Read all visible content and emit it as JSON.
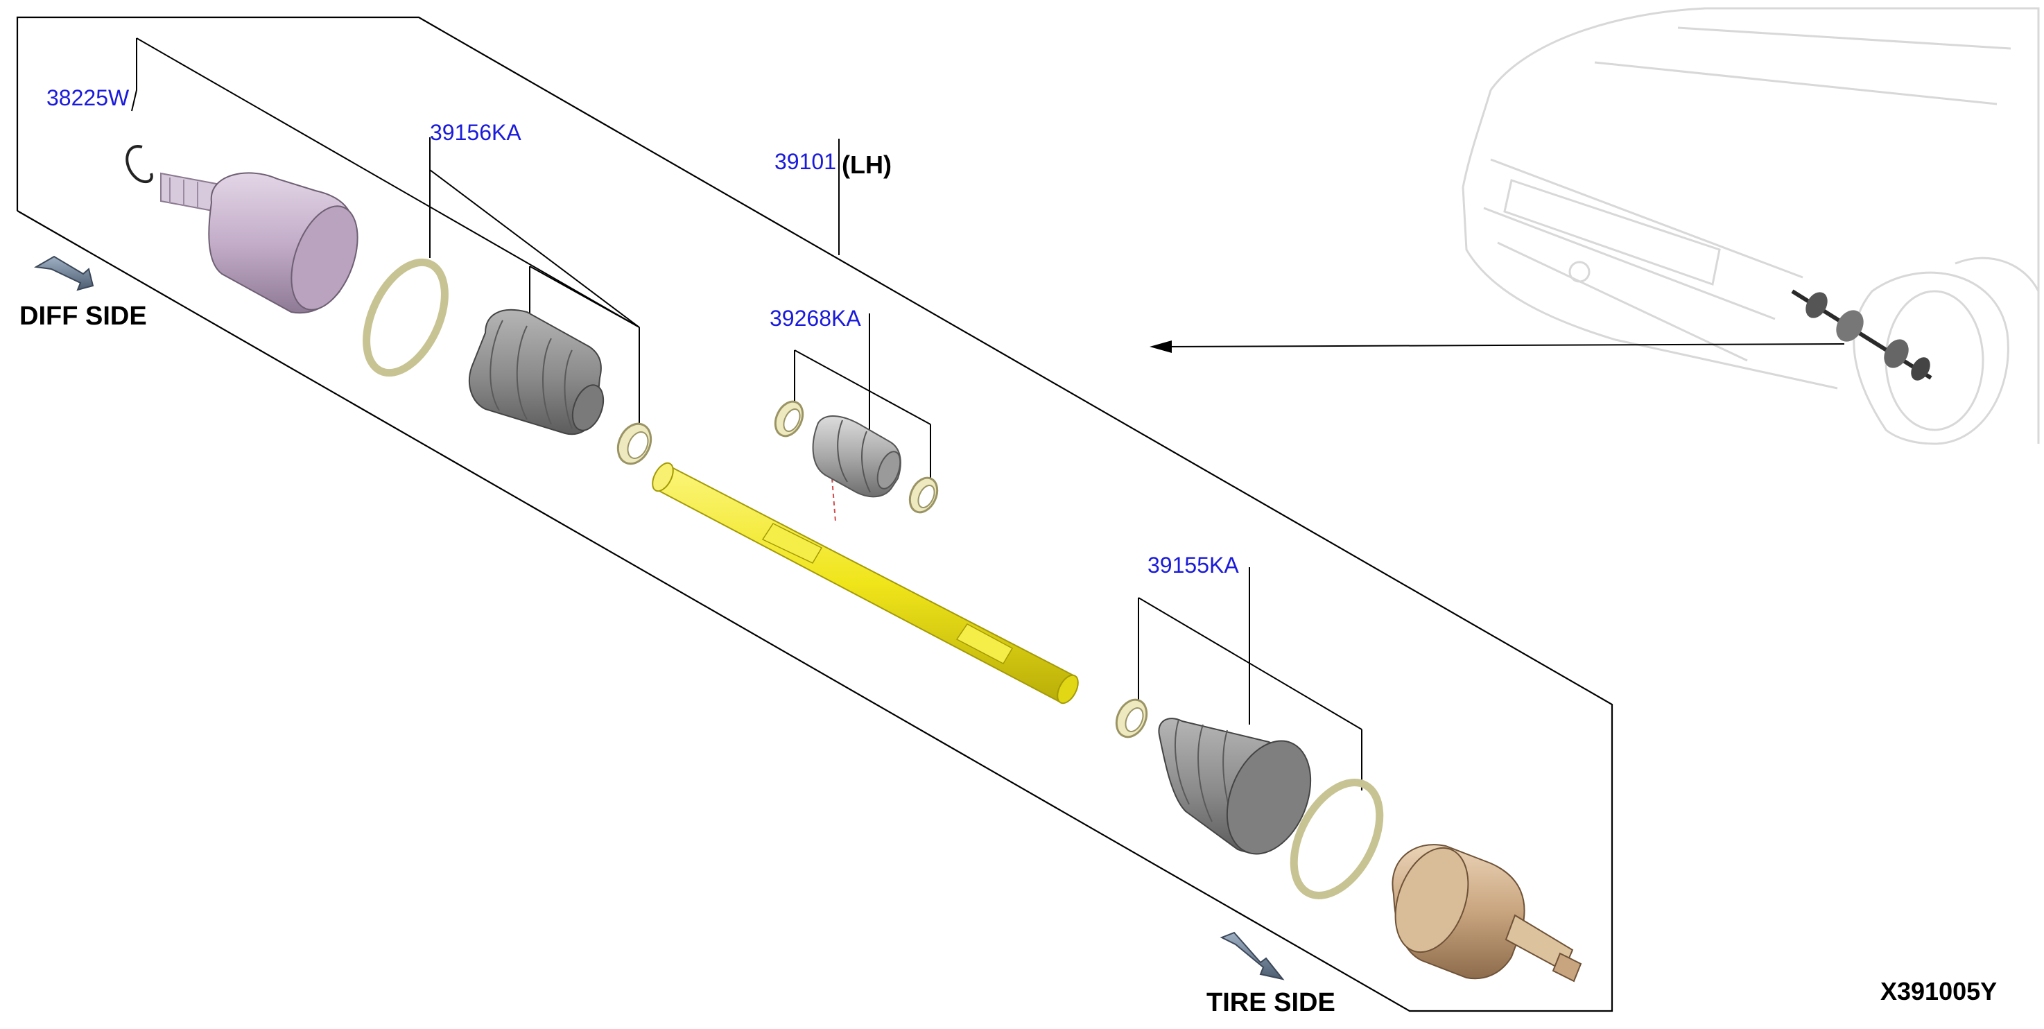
{
  "parts": {
    "p38225w": "38225W",
    "p39156ka": "39156KA",
    "p39101": "39101",
    "p39268ka": "39268KA",
    "p39155ka": "39155KA"
  },
  "notes": {
    "lh": "(LH)",
    "diff_side": "DIFF SIDE",
    "tire_side": "TIRE SIDE",
    "diagram_code": "X391005Y"
  },
  "colors": {
    "label_blue": "#1a1adc",
    "shaft_yellow": "#f2ea1e",
    "joint_inner": "#c8b4cf",
    "joint_outer": "#cdae8a",
    "boot_gray": "#8a8a8a",
    "band_cream": "#ece7b8"
  }
}
